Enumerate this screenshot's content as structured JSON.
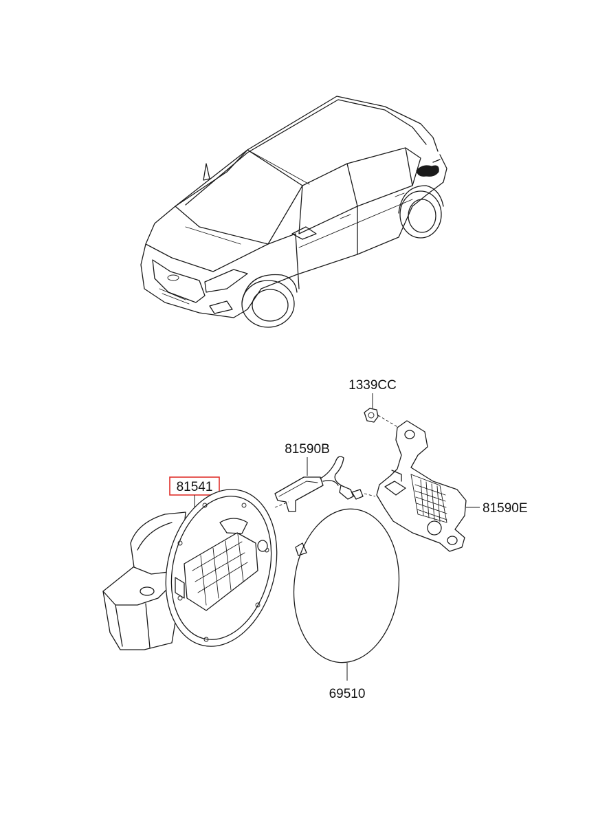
{
  "diagram": {
    "parts": [
      {
        "id": "p1339cc",
        "number": "1339CC",
        "highlighted": false
      },
      {
        "id": "p81590b",
        "number": "81590B",
        "highlighted": false
      },
      {
        "id": "p81541",
        "number": "81541",
        "highlighted": true
      },
      {
        "id": "p81590e",
        "number": "81590E",
        "highlighted": false
      },
      {
        "id": "p69510",
        "number": "69510",
        "highlighted": false
      }
    ],
    "highlight_color": "#e0302b",
    "line_color": "#1a1a1a"
  }
}
